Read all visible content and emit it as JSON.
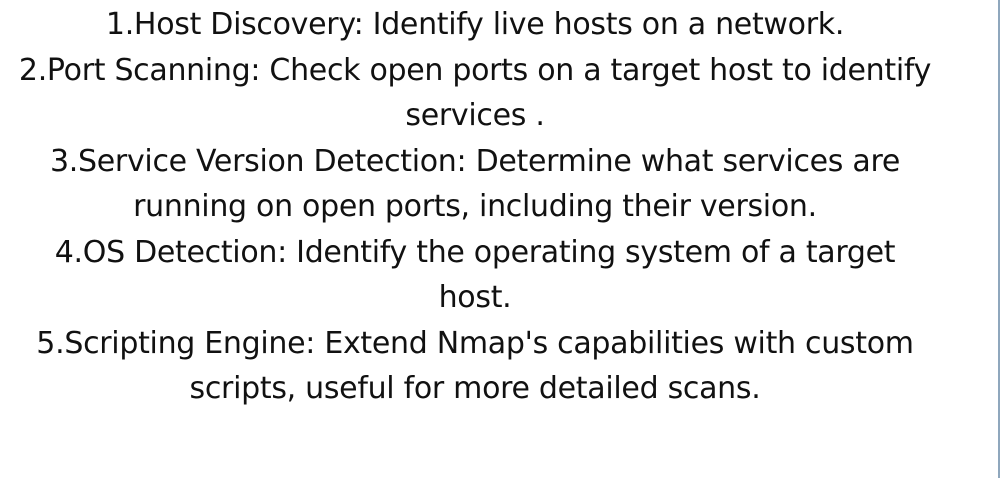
{
  "items": [
    "1.Host Discovery: Identify live hosts on a network.",
    "2.Port Scanning: Check open ports on a target host to identify services .",
    "3.Service Version Detection: Determine what services are running on open ports, including their version.",
    "4.OS Detection: Identify the operating system of a target host.",
    "5.Scripting Engine: Extend Nmap's capabilities with custom scripts, useful for more detailed scans."
  ]
}
